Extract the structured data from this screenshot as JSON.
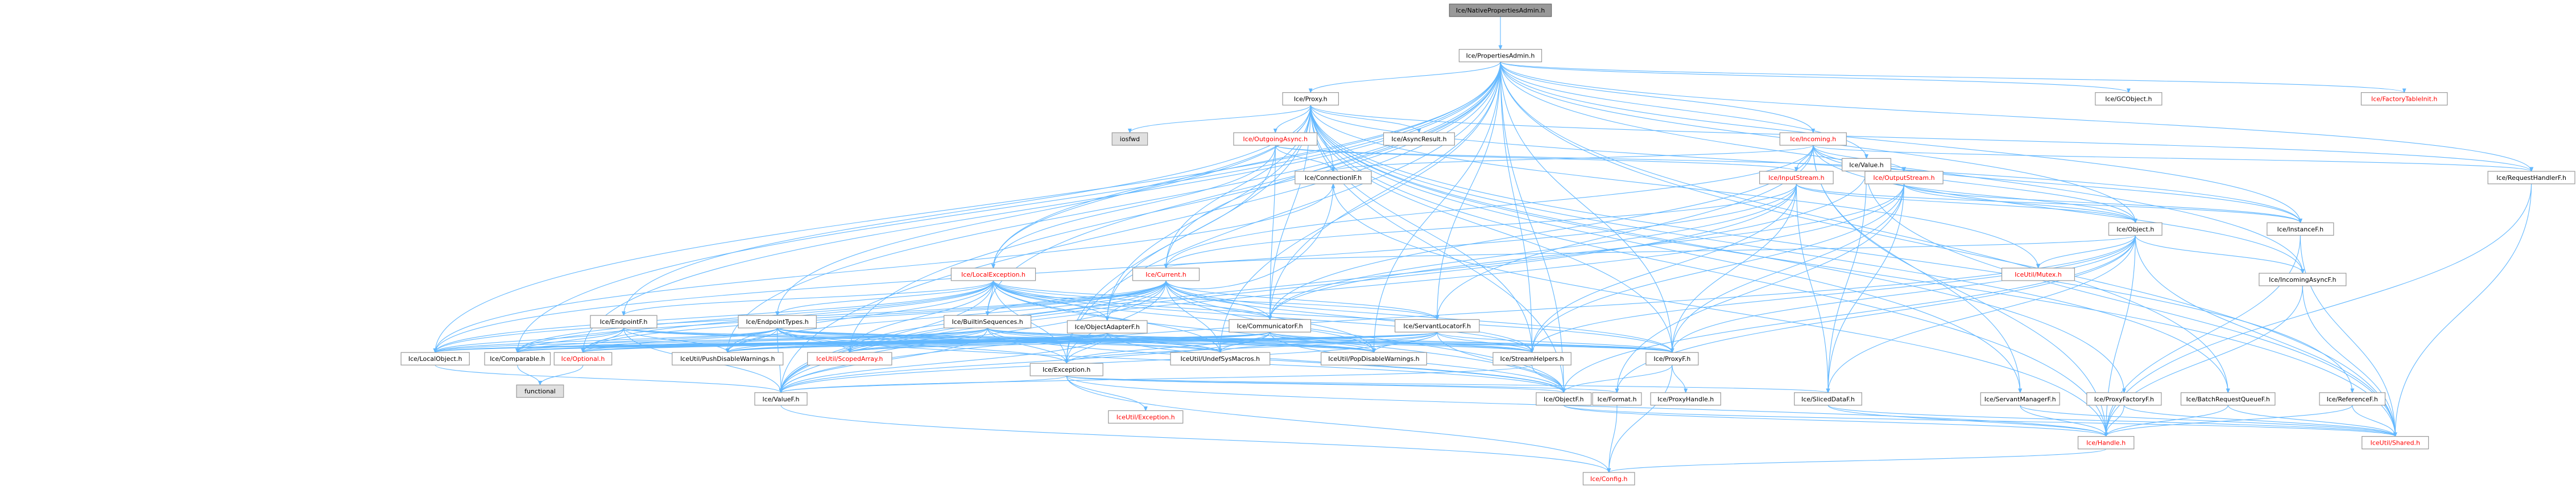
{
  "diagram_title": "Ice/NativePropertiesAdmin.h include dependency graph",
  "colors": {
    "edge": "#63b8ff",
    "box_border": "#999999",
    "link_text": "#000000",
    "missing_text": "#ff0000",
    "root_fill": "#999999"
  },
  "nodes": [
    {
      "id": "root",
      "label": "Ice/NativePropertiesAdmin.h",
      "style": "root"
    },
    {
      "id": "props",
      "label": "Ice/PropertiesAdmin.h",
      "style": "normal"
    },
    {
      "id": "proxy",
      "label": "Ice/Proxy.h",
      "style": "normal"
    },
    {
      "id": "gcobject",
      "label": "Ice/GCObject.h",
      "style": "normal"
    },
    {
      "id": "factorytable",
      "label": "Ice/FactoryTableInit.h",
      "style": "red"
    },
    {
      "id": "iosfwd",
      "label": "iosfwd",
      "style": "grey"
    },
    {
      "id": "outgoingasync",
      "label": "Ice/OutgoingAsync.h",
      "style": "red"
    },
    {
      "id": "asyncresult",
      "label": "Ice/AsyncResult.h",
      "style": "normal"
    },
    {
      "id": "incoming",
      "label": "Ice/Incoming.h",
      "style": "red"
    },
    {
      "id": "value",
      "label": "Ice/Value.h",
      "style": "normal"
    },
    {
      "id": "connectionf",
      "label": "Ice/ConnectionIF.h",
      "style": "normal"
    },
    {
      "id": "inputstream",
      "label": "Ice/InputStream.h",
      "style": "red"
    },
    {
      "id": "outputstream",
      "label": "Ice/OutputStream.h",
      "style": "red"
    },
    {
      "id": "requesthandlerf",
      "label": "Ice/RequestHandlerF.h",
      "style": "normal"
    },
    {
      "id": "object",
      "label": "Ice/Object.h",
      "style": "normal"
    },
    {
      "id": "instancef",
      "label": "Ice/InstanceF.h",
      "style": "normal"
    },
    {
      "id": "localexception",
      "label": "Ice/LocalException.h",
      "style": "red"
    },
    {
      "id": "current",
      "label": "Ice/Current.h",
      "style": "red"
    },
    {
      "id": "mutex",
      "label": "IceUtil/Mutex.h",
      "style": "red"
    },
    {
      "id": "incomingasyncf",
      "label": "Ice/IncomingAsyncF.h",
      "style": "normal"
    },
    {
      "id": "endpointf",
      "label": "Ice/EndpointF.h",
      "style": "normal"
    },
    {
      "id": "endpointtypes",
      "label": "Ice/EndpointTypes.h",
      "style": "normal"
    },
    {
      "id": "buitinseq",
      "label": "Ice/BuiltinSequences.h",
      "style": "normal"
    },
    {
      "id": "objectadapterf",
      "label": "Ice/ObjectAdapterF.h",
      "style": "normal"
    },
    {
      "id": "communicatorf",
      "label": "Ice/CommunicatorF.h",
      "style": "normal"
    },
    {
      "id": "servantlocatorf",
      "label": "Ice/ServantLocatorF.h",
      "style": "normal"
    },
    {
      "id": "localobject",
      "label": "Ice/LocalObject.h",
      "style": "normal"
    },
    {
      "id": "comparable",
      "label": "Ice/Comparable.h",
      "style": "normal"
    },
    {
      "id": "optional",
      "label": "Ice/Optional.h",
      "style": "red"
    },
    {
      "id": "pushdisable",
      "label": "IceUtil/PushDisableWarnings.h",
      "style": "normal"
    },
    {
      "id": "scopedarray",
      "label": "IceUtil/ScopedArray.h",
      "style": "red"
    },
    {
      "id": "exception",
      "label": "Ice/Exception.h",
      "style": "normal"
    },
    {
      "id": "undefsys",
      "label": "IceUtil/UndefSysMacros.h",
      "style": "normal"
    },
    {
      "id": "popdisable",
      "label": "IceUtil/PopDisableWarnings.h",
      "style": "normal"
    },
    {
      "id": "streamhelpers",
      "label": "Ice/StreamHelpers.h",
      "style": "normal"
    },
    {
      "id": "proxyf",
      "label": "Ice/ProxyF.h",
      "style": "normal"
    },
    {
      "id": "functional",
      "label": "functional",
      "style": "grey"
    },
    {
      "id": "valuef",
      "label": "Ice/ValueF.h",
      "style": "normal"
    },
    {
      "id": "iceutilexception",
      "label": "IceUtil/Exception.h",
      "style": "red"
    },
    {
      "id": "objectf",
      "label": "Ice/ObjectF.h",
      "style": "normal"
    },
    {
      "id": "format",
      "label": "Ice/Format.h",
      "style": "normal"
    },
    {
      "id": "proxyhandle",
      "label": "Ice/ProxyHandle.h",
      "style": "normal"
    },
    {
      "id": "sliceddataf",
      "label": "Ice/SlicedDataF.h",
      "style": "normal"
    },
    {
      "id": "servantmanagerf",
      "label": "Ice/ServantManagerF.h",
      "style": "normal"
    },
    {
      "id": "proxyfactoryf",
      "label": "Ice/ProxyFactoryF.h",
      "style": "normal"
    },
    {
      "id": "batchrequestqueuef",
      "label": "Ice/BatchRequestQueueF.h",
      "style": "normal"
    },
    {
      "id": "referencef",
      "label": "Ice/ReferenceF.h",
      "style": "normal"
    },
    {
      "id": "handle",
      "label": "Ice/Handle.h",
      "style": "red"
    },
    {
      "id": "shared",
      "label": "IceUtil/Shared.h",
      "style": "red"
    },
    {
      "id": "config",
      "label": "Ice/Config.h",
      "style": "red"
    }
  ],
  "edges": [
    [
      "root",
      "props"
    ],
    [
      "props",
      "proxy"
    ],
    [
      "props",
      "gcobject"
    ],
    [
      "props",
      "factorytable"
    ],
    [
      "props",
      "incoming"
    ],
    [
      "props",
      "value"
    ],
    [
      "props",
      "object"
    ],
    [
      "props",
      "localexception"
    ],
    [
      "props",
      "current"
    ],
    [
      "props",
      "buitinseq"
    ],
    [
      "props",
      "communicatorf"
    ],
    [
      "props",
      "servantlocatorf"
    ],
    [
      "props",
      "localobject"
    ],
    [
      "props",
      "comparable"
    ],
    [
      "props",
      "optional"
    ],
    [
      "props",
      "pushdisable"
    ],
    [
      "props",
      "scopedarray"
    ],
    [
      "props",
      "exception"
    ],
    [
      "props",
      "undefsys"
    ],
    [
      "props",
      "popdisable"
    ],
    [
      "props",
      "streamhelpers"
    ],
    [
      "props",
      "proxyf"
    ],
    [
      "props",
      "valuef"
    ],
    [
      "props",
      "objectf"
    ],
    [
      "props",
      "incomingasyncf"
    ],
    [
      "props",
      "shared"
    ],
    [
      "props",
      "batchrequestqueuef"
    ],
    [
      "props",
      "requesthandlerf"
    ],
    [
      "props",
      "instancef"
    ],
    [
      "proxy",
      "iosfwd"
    ],
    [
      "proxy",
      "outgoingasync"
    ],
    [
      "proxy",
      "asyncresult"
    ],
    [
      "proxy",
      "connectionf"
    ],
    [
      "proxy",
      "requesthandlerf"
    ],
    [
      "proxy",
      "localexception"
    ],
    [
      "proxy",
      "current"
    ],
    [
      "proxy",
      "endpointf"
    ],
    [
      "proxy",
      "endpointtypes"
    ],
    [
      "proxy",
      "objectadapterf"
    ],
    [
      "proxy",
      "communicatorf"
    ],
    [
      "proxy",
      "proxyf"
    ],
    [
      "proxy",
      "handle"
    ],
    [
      "proxy",
      "shared"
    ],
    [
      "proxy",
      "streamhelpers"
    ],
    [
      "proxy",
      "servantmanagerf"
    ],
    [
      "proxy",
      "proxyfactoryf"
    ],
    [
      "proxy",
      "batchrequestqueuef"
    ],
    [
      "proxy",
      "referencef"
    ],
    [
      "proxy",
      "instancef"
    ],
    [
      "proxy",
      "objectf"
    ],
    [
      "proxy",
      "exception"
    ],
    [
      "proxy",
      "mutex"
    ],
    [
      "outgoingasync",
      "connectionf"
    ],
    [
      "outgoingasync",
      "inputstream"
    ],
    [
      "outgoingasync",
      "outputstream"
    ],
    [
      "outgoingasync",
      "communicatorf"
    ],
    [
      "outgoingasync",
      "localexception"
    ],
    [
      "outgoingasync",
      "objectadapterf"
    ],
    [
      "incoming",
      "inputstream"
    ],
    [
      "incoming",
      "outputstream"
    ],
    [
      "incoming",
      "object"
    ],
    [
      "incoming",
      "current"
    ],
    [
      "incoming",
      "connectionf"
    ],
    [
      "incoming",
      "instancef"
    ],
    [
      "incoming",
      "servantlocatorf"
    ],
    [
      "incoming",
      "servantmanagerf"
    ],
    [
      "incoming",
      "incomingasyncf"
    ],
    [
      "incoming",
      "requesthandlerf"
    ],
    [
      "incoming",
      "handle"
    ],
    [
      "incoming",
      "communicatorf"
    ],
    [
      "value",
      "object"
    ],
    [
      "value",
      "valuef"
    ],
    [
      "value",
      "sliceddataf"
    ],
    [
      "value",
      "shared"
    ],
    [
      "inputstream",
      "object"
    ],
    [
      "inputstream",
      "current"
    ],
    [
      "inputstream",
      "streamhelpers"
    ],
    [
      "inputstream",
      "proxyf"
    ],
    [
      "inputstream",
      "valuef"
    ],
    [
      "inputstream",
      "sliceddataf"
    ],
    [
      "inputstream",
      "communicatorf"
    ],
    [
      "inputstream",
      "instancef"
    ],
    [
      "inputstream",
      "localobject"
    ],
    [
      "outputstream",
      "object"
    ],
    [
      "outputstream",
      "proxyf"
    ],
    [
      "outputstream",
      "streamhelpers"
    ],
    [
      "outputstream",
      "valuef"
    ],
    [
      "outputstream",
      "format"
    ],
    [
      "outputstream",
      "sliceddataf"
    ],
    [
      "outputstream",
      "communicatorf"
    ],
    [
      "outputstream",
      "instancef"
    ],
    [
      "connectionf",
      "localobject"
    ],
    [
      "connectionf",
      "handle"
    ],
    [
      "requesthandlerf",
      "handle"
    ],
    [
      "requesthandlerf",
      "shared"
    ],
    [
      "object",
      "mutex"
    ],
    [
      "object",
      "incomingasyncf"
    ],
    [
      "object",
      "current"
    ],
    [
      "object",
      "format"
    ],
    [
      "object",
      "sliceddataf"
    ],
    [
      "object",
      "objectf"
    ],
    [
      "object",
      "proxyf"
    ],
    [
      "object",
      "streamhelpers"
    ],
    [
      "object",
      "handle"
    ],
    [
      "object",
      "shared"
    ],
    [
      "object",
      "valuef"
    ],
    [
      "instancef",
      "handle"
    ],
    [
      "instancef",
      "shared"
    ],
    [
      "incomingasyncf",
      "handle"
    ],
    [
      "incomingasyncf",
      "shared"
    ],
    [
      "localexception",
      "exception"
    ],
    [
      "localexception",
      "comparable"
    ],
    [
      "localexception",
      "optional"
    ],
    [
      "localexception",
      "pushdisable"
    ],
    [
      "localexception",
      "scopedarray"
    ],
    [
      "localexception",
      "undefsys"
    ],
    [
      "localexception",
      "popdisable"
    ],
    [
      "localexception",
      "streamhelpers"
    ],
    [
      "localexception",
      "proxyf"
    ],
    [
      "localexception",
      "localobject"
    ],
    [
      "localexception",
      "valuef"
    ],
    [
      "localexception",
      "objectf"
    ],
    [
      "localexception",
      "buitinseq"
    ],
    [
      "localexception",
      "endpointf"
    ],
    [
      "localexception",
      "endpointtypes"
    ],
    [
      "localexception",
      "objectadapterf"
    ],
    [
      "localexception",
      "communicatorf"
    ],
    [
      "localexception",
      "servantlocatorf"
    ],
    [
      "localexception",
      "current"
    ],
    [
      "current",
      "objectadapterf"
    ],
    [
      "current",
      "communicatorf"
    ],
    [
      "current",
      "servantlocatorf"
    ],
    [
      "current",
      "localobject"
    ],
    [
      "current",
      "comparable"
    ],
    [
      "current",
      "optional"
    ],
    [
      "current",
      "pushdisable"
    ],
    [
      "current",
      "scopedarray"
    ],
    [
      "current",
      "exception"
    ],
    [
      "current",
      "undefsys"
    ],
    [
      "current",
      "popdisable"
    ],
    [
      "current",
      "streamhelpers"
    ],
    [
      "current",
      "proxyf"
    ],
    [
      "current",
      "valuef"
    ],
    [
      "current",
      "objectf"
    ],
    [
      "current",
      "connectionf"
    ],
    [
      "current",
      "buitinseq"
    ],
    [
      "endpointf",
      "localobject"
    ],
    [
      "endpointf",
      "comparable"
    ],
    [
      "endpointf",
      "optional"
    ],
    [
      "endpointf",
      "pushdisable"
    ],
    [
      "endpointf",
      "proxyf"
    ],
    [
      "endpointf",
      "valuef"
    ],
    [
      "endpointf",
      "undefsys"
    ],
    [
      "endpointf",
      "popdisable"
    ],
    [
      "endpointtypes",
      "comparable"
    ],
    [
      "endpointtypes",
      "optional"
    ],
    [
      "endpointtypes",
      "pushdisable"
    ],
    [
      "endpointtypes",
      "scopedarray"
    ],
    [
      "endpointtypes",
      "exception"
    ],
    [
      "endpointtypes",
      "undefsys"
    ],
    [
      "endpointtypes",
      "popdisable"
    ],
    [
      "endpointtypes",
      "streamhelpers"
    ],
    [
      "endpointtypes",
      "proxyf"
    ],
    [
      "endpointtypes",
      "localobject"
    ],
    [
      "endpointtypes",
      "valuef"
    ],
    [
      "endpointtypes",
      "objectf"
    ],
    [
      "buitinseq",
      "comparable"
    ],
    [
      "buitinseq",
      "optional"
    ],
    [
      "buitinseq",
      "pushdisable"
    ],
    [
      "buitinseq",
      "scopedarray"
    ],
    [
      "buitinseq",
      "exception"
    ],
    [
      "buitinseq",
      "undefsys"
    ],
    [
      "buitinseq",
      "popdisable"
    ],
    [
      "buitinseq",
      "streamhelpers"
    ],
    [
      "buitinseq",
      "proxyf"
    ],
    [
      "buitinseq",
      "localobject"
    ],
    [
      "buitinseq",
      "valuef"
    ],
    [
      "buitinseq",
      "objectf"
    ],
    [
      "objectadapterf",
      "localobject"
    ],
    [
      "objectadapterf",
      "comparable"
    ],
    [
      "objectadapterf",
      "optional"
    ],
    [
      "objectadapterf",
      "pushdisable"
    ],
    [
      "objectadapterf",
      "scopedarray"
    ],
    [
      "objectadapterf",
      "exception"
    ],
    [
      "objectadapterf",
      "undefsys"
    ],
    [
      "objectadapterf",
      "popdisable"
    ],
    [
      "objectadapterf",
      "proxyf"
    ],
    [
      "objectadapterf",
      "valuef"
    ],
    [
      "objectadapterf",
      "objectf"
    ],
    [
      "communicatorf",
      "localobject"
    ],
    [
      "communicatorf",
      "comparable"
    ],
    [
      "communicatorf",
      "optional"
    ],
    [
      "communicatorf",
      "pushdisable"
    ],
    [
      "communicatorf",
      "scopedarray"
    ],
    [
      "communicatorf",
      "exception"
    ],
    [
      "communicatorf",
      "undefsys"
    ],
    [
      "communicatorf",
      "popdisable"
    ],
    [
      "communicatorf",
      "streamhelpers"
    ],
    [
      "communicatorf",
      "proxyf"
    ],
    [
      "communicatorf",
      "valuef"
    ],
    [
      "communicatorf",
      "objectf"
    ],
    [
      "servantlocatorf",
      "localobject"
    ],
    [
      "servantlocatorf",
      "comparable"
    ],
    [
      "servantlocatorf",
      "optional"
    ],
    [
      "servantlocatorf",
      "pushdisable"
    ],
    [
      "servantlocatorf",
      "scopedarray"
    ],
    [
      "servantlocatorf",
      "exception"
    ],
    [
      "servantlocatorf",
      "undefsys"
    ],
    [
      "servantlocatorf",
      "popdisable"
    ],
    [
      "servantlocatorf",
      "streamhelpers"
    ],
    [
      "servantlocatorf",
      "proxyf"
    ],
    [
      "servantlocatorf",
      "valuef"
    ],
    [
      "servantlocatorf",
      "objectf"
    ],
    [
      "localobject",
      "valuef"
    ],
    [
      "comparable",
      "functional"
    ],
    [
      "optional",
      "functional"
    ],
    [
      "exception",
      "iceutilexception"
    ],
    [
      "exception",
      "config"
    ],
    [
      "exception",
      "valuef"
    ],
    [
      "exception",
      "objectf"
    ],
    [
      "exception",
      "format"
    ],
    [
      "exception",
      "sliceddataf"
    ],
    [
      "exception",
      "handle"
    ],
    [
      "streamhelpers",
      "objectf"
    ],
    [
      "streamhelpers",
      "valuef"
    ],
    [
      "proxyf",
      "proxyhandle"
    ],
    [
      "proxyf",
      "config"
    ],
    [
      "proxyf",
      "objectf"
    ],
    [
      "valuef",
      "config"
    ],
    [
      "objectf",
      "handle"
    ],
    [
      "objectf",
      "shared"
    ],
    [
      "format",
      "config"
    ],
    [
      "sliceddataf",
      "handle"
    ],
    [
      "sliceddataf",
      "shared"
    ],
    [
      "servantmanagerf",
      "handle"
    ],
    [
      "servantmanagerf",
      "shared"
    ],
    [
      "proxyfactoryf",
      "handle"
    ],
    [
      "proxyfactoryf",
      "shared"
    ],
    [
      "batchrequestqueuef",
      "handle"
    ],
    [
      "batchrequestqueuef",
      "shared"
    ],
    [
      "referencef",
      "handle"
    ],
    [
      "referencef",
      "shared"
    ],
    [
      "handle",
      "config"
    ]
  ]
}
